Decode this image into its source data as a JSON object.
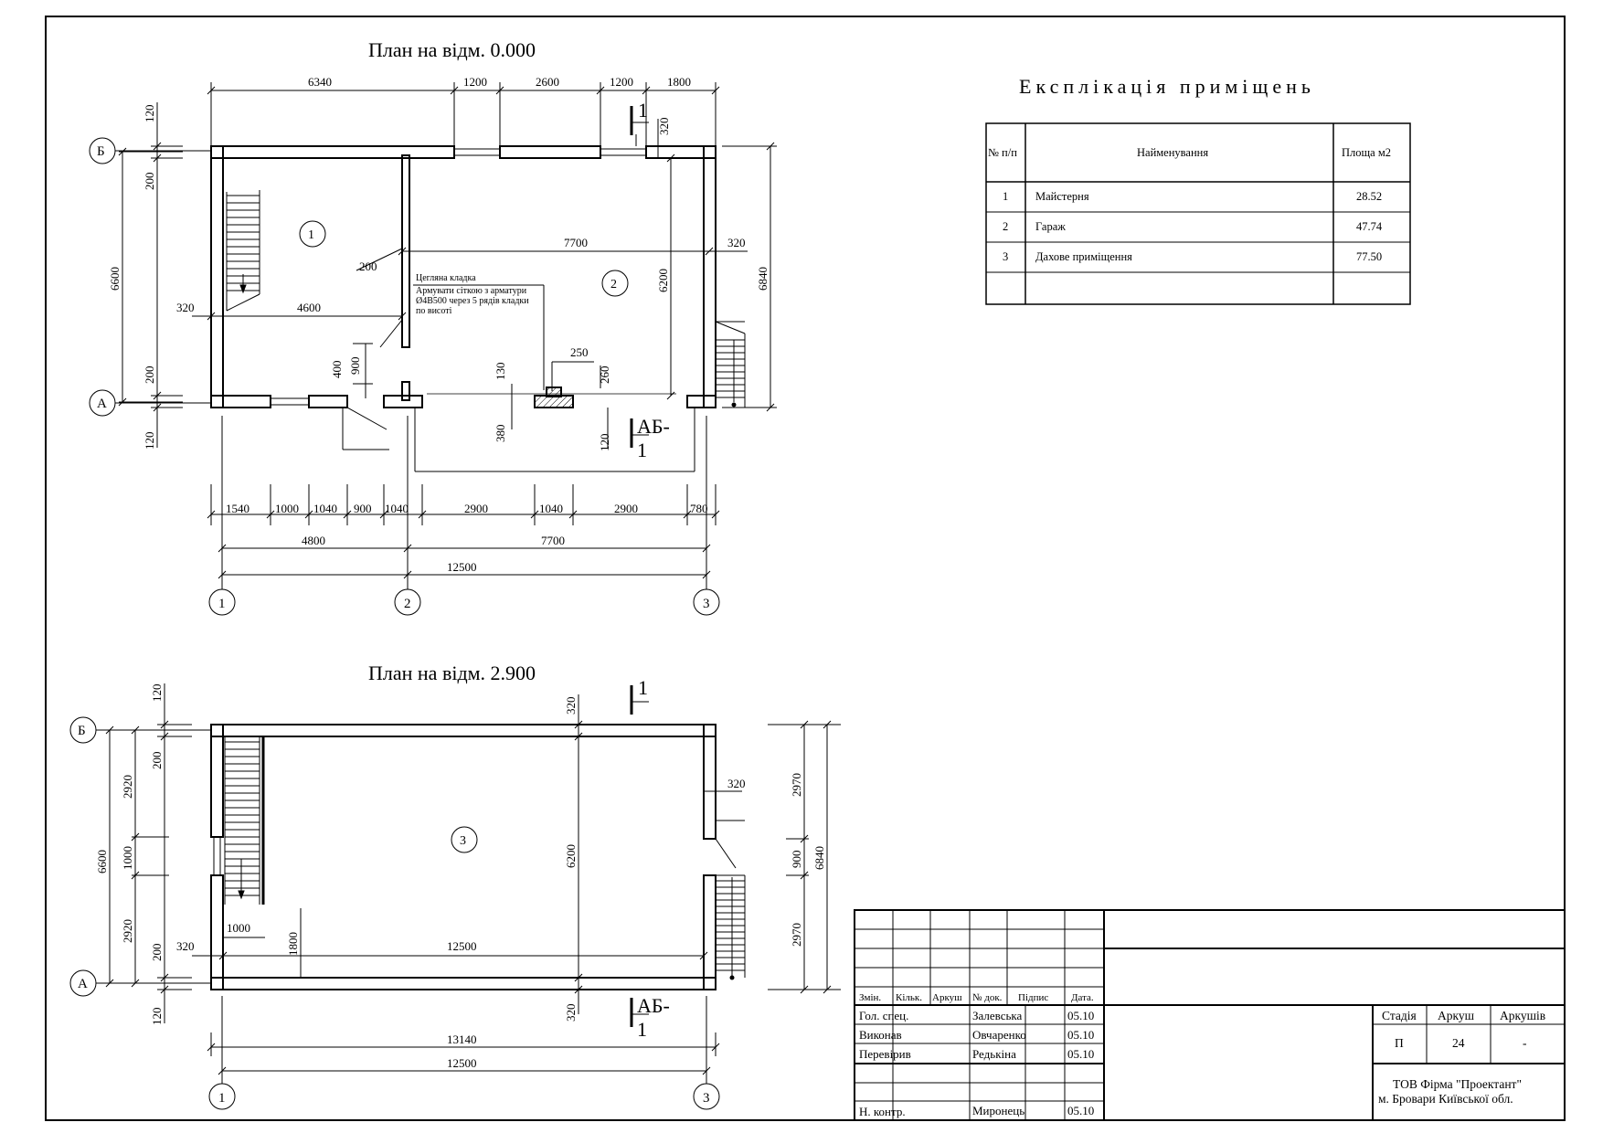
{
  "plan1": {
    "title": "План на відм. 0.000",
    "top_dims": [
      "6340",
      "1200",
      "2600",
      "1200",
      "1800"
    ],
    "bottom_dims_row1": [
      "1540",
      "1000",
      "1040",
      "900",
      "1040",
      "2900",
      "1040",
      "2900",
      "780"
    ],
    "bottom_dims_row2": [
      "4800",
      "7700"
    ],
    "bottom_total": "12500",
    "axes_x": [
      "1",
      "2",
      "3"
    ],
    "axes_y": [
      "Б",
      "А"
    ],
    "left_dims": [
      "120",
      "200",
      "6600",
      "200",
      "120"
    ],
    "right_dims": [
      "6840"
    ],
    "interior_dims": {
      "d320_top": "320",
      "d200": "200",
      "d7700": "7700",
      "d320_right": "320",
      "d6200": "6200",
      "d320_left": "320",
      "d4600": "4600",
      "d400": "400",
      "d900": "900",
      "d130": "130",
      "d250": "250",
      "d260": "260",
      "d380": "380",
      "d120": "120"
    },
    "rooms": [
      "1",
      "2"
    ],
    "note_lines": [
      "Цегляна кладка",
      "Армувати сіткою з арматури",
      "Ø4В500 через 5 рядів кладки",
      "по висоті"
    ],
    "section_top": "1",
    "section_bottom_a": "АБ-",
    "section_bottom_b": "1"
  },
  "plan2": {
    "title": "План на відм. 2.900",
    "axes_x": [
      "1",
      "3"
    ],
    "axes_y": [
      "Б",
      "А"
    ],
    "left_outer": "6600",
    "left_inner": [
      "2920",
      "1000",
      "2920"
    ],
    "left_small": [
      "120",
      "200",
      "200",
      "120"
    ],
    "right_inner": [
      "2970",
      "900",
      "2970"
    ],
    "right_outer": "6840",
    "interior_dims": {
      "d320_top": "320",
      "d320_right": "320",
      "d6200": "6200",
      "d320_left": "320",
      "d12500": "12500",
      "d1000": "1000",
      "d1800": "1800",
      "d320_bottom": "320"
    },
    "bottom_dims": [
      "13140",
      "12500"
    ],
    "rooms": [
      "3"
    ],
    "section_top": "1",
    "section_bottom_a": "АБ-",
    "section_bottom_b": "1"
  },
  "explication": {
    "title": "Експлікація приміщень",
    "headers": [
      "№ п/п",
      "Найменування",
      "Площа м2"
    ],
    "rows": [
      {
        "n": "1",
        "name": "Майстерня",
        "area": "28.52"
      },
      {
        "n": "2",
        "name": "Гараж",
        "area": "47.74"
      },
      {
        "n": "3",
        "name": "Дахове приміщення",
        "area": "77.50"
      }
    ]
  },
  "stamp": {
    "col_headers": [
      "Змін.",
      "Кільк.",
      "Аркуш",
      "№ док.",
      "Підпис",
      "Дата."
    ],
    "rows": [
      {
        "role": "Гол. спец.",
        "name": "Залевська",
        "date": "05.10"
      },
      {
        "role": "Виконав",
        "name": "Овчаренко",
        "date": "05.10"
      },
      {
        "role": "Перевірив",
        "name": "Редькіна",
        "date": "05.10"
      },
      {
        "role": "Н. контр.",
        "name": "Миронець",
        "date": "05.10"
      }
    ],
    "stage_headers": [
      "Стадія",
      "Аркуш",
      "Аркушів"
    ],
    "stage_values": [
      "П",
      "24",
      "-"
    ],
    "company_line1": "ТОВ Фірма \"Проектант\"",
    "company_line2": "м. Бровари Київської обл."
  }
}
